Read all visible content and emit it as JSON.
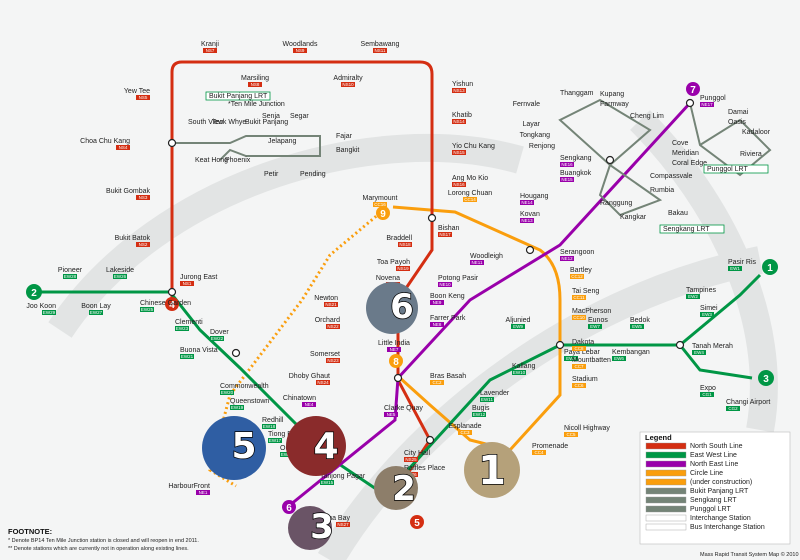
{
  "colors": {
    "ns": "#d42e12",
    "ew": "#009645",
    "ne": "#9900aa",
    "cc": "#fa9e0d",
    "lrt": "#748477",
    "bg": "#f4f5f5",
    "swirl": "#e2e4e4"
  },
  "lines": [
    {
      "id": "ew",
      "number": "1"
    },
    {
      "id": "ewcg",
      "number": "3"
    },
    {
      "id": "ns",
      "number": "4"
    },
    {
      "id": "ns_end",
      "number": "5"
    },
    {
      "id": "ne",
      "number": "6"
    },
    {
      "id": "ne_top",
      "number": "7"
    },
    {
      "id": "cc",
      "number": "8"
    },
    {
      "id": "cc_top",
      "number": "9"
    },
    {
      "id": "ew_west",
      "number": "2"
    },
    {
      "id": "ew_east",
      "number": "1"
    },
    {
      "id": "cg",
      "number": "3"
    }
  ],
  "stations": [
    {
      "name": "Kranji",
      "code": "NS7",
      "color": "ns"
    },
    {
      "name": "Woodlands",
      "code": "NS9",
      "color": "ns"
    },
    {
      "name": "Sembawang",
      "code": "NS11",
      "color": "ns"
    },
    {
      "name": "Marsiling",
      "code": "NS8",
      "color": "ns"
    },
    {
      "name": "Admiralty",
      "code": "NS10",
      "color": "ns"
    },
    {
      "name": "Yishun",
      "code": "NS13",
      "color": "ns"
    },
    {
      "name": "Khatib",
      "code": "NS14",
      "color": "ns"
    },
    {
      "name": "Yio Chu Kang",
      "code": "NS15",
      "color": "ns"
    },
    {
      "name": "Ang Mo Kio",
      "code": "NS16",
      "color": "ns"
    },
    {
      "name": "Yew Tee",
      "code": "NS5",
      "color": "ns"
    },
    {
      "name": "Choa Chu Kang",
      "code": "NS4",
      "color": "ns"
    },
    {
      "name": "Bukit Gombak",
      "code": "NS3",
      "color": "ns"
    },
    {
      "name": "Bukit Batok",
      "code": "NS2",
      "color": "ns"
    },
    {
      "name": "Jurong East",
      "code": "NS1",
      "color": "ns"
    },
    {
      "name": "Braddell",
      "code": "NS18",
      "color": "ns"
    },
    {
      "name": "Bishan",
      "code": "NS17",
      "color": "ns"
    },
    {
      "name": "Toa Payoh",
      "code": "NS19",
      "color": "ns"
    },
    {
      "name": "Novena",
      "code": "NS20",
      "color": "ns"
    },
    {
      "name": "Newton",
      "code": "NS21",
      "color": "ns"
    },
    {
      "name": "Orchard",
      "code": "NS22",
      "color": "ns"
    },
    {
      "name": "Somerset",
      "code": "NS23",
      "color": "ns"
    },
    {
      "name": "Dhoby Ghaut",
      "code": "NS24",
      "color": "ns"
    },
    {
      "name": "City Hall",
      "code": "NS25",
      "color": "ns"
    },
    {
      "name": "Raffles Place",
      "code": "NS26",
      "color": "ns"
    },
    {
      "name": "Marina Bay",
      "code": "NS27",
      "color": "ns"
    },
    {
      "name": "Pioneer",
      "code": "EW28",
      "color": "ew"
    },
    {
      "name": "Lakeside",
      "code": "EW26",
      "color": "ew"
    },
    {
      "name": "Joo Koon",
      "code": "EW29",
      "color": "ew"
    },
    {
      "name": "Boon Lay",
      "code": "EW27",
      "color": "ew"
    },
    {
      "name": "Chinese Garden",
      "code": "EW25",
      "color": "ew"
    },
    {
      "name": "Clementi",
      "code": "EW23",
      "color": "ew"
    },
    {
      "name": "Dover",
      "code": "EW22",
      "color": "ew"
    },
    {
      "name": "Buona Vista",
      "code": "EW21",
      "color": "ew"
    },
    {
      "name": "Commonwealth",
      "code": "EW20",
      "color": "ew"
    },
    {
      "name": "Queenstown",
      "code": "EW19",
      "color": "ew"
    },
    {
      "name": "Redhill",
      "code": "EW18",
      "color": "ew"
    },
    {
      "name": "Tiong Bahru",
      "code": "EW17",
      "color": "ew"
    },
    {
      "name": "Outram Park",
      "code": "EW16",
      "color": "ew"
    },
    {
      "name": "Tanjong Pagar",
      "code": "EW15",
      "color": "ew"
    },
    {
      "name": "Bugis",
      "code": "EW12",
      "color": "ew"
    },
    {
      "name": "Lavender",
      "code": "EW11",
      "color": "ew"
    },
    {
      "name": "Kallang",
      "code": "EW10",
      "color": "ew"
    },
    {
      "name": "Aljunied",
      "code": "EW9",
      "color": "ew"
    },
    {
      "name": "Paya Lebar",
      "code": "EW8",
      "color": "ew"
    },
    {
      "name": "Eunos",
      "code": "EW7",
      "color": "ew"
    },
    {
      "name": "Kembangan",
      "code": "EW6",
      "color": "ew"
    },
    {
      "name": "Bedok",
      "code": "EW5",
      "color": "ew"
    },
    {
      "name": "Tanah Merah",
      "code": "EW4",
      "color": "ew"
    },
    {
      "name": "Simei",
      "code": "EW3",
      "color": "ew"
    },
    {
      "name": "Tampines",
      "code": "EW2",
      "color": "ew"
    },
    {
      "name": "Pasir Ris",
      "code": "EW1",
      "color": "ew"
    },
    {
      "name": "Expo",
      "code": "CG1",
      "color": "ew"
    },
    {
      "name": "Changi Airport",
      "code": "CG2",
      "color": "ew"
    },
    {
      "name": "HarbourFront",
      "code": "NE1",
      "color": "ne"
    },
    {
      "name": "Chinatown",
      "code": "NE4",
      "color": "ne"
    },
    {
      "name": "Clarke Quay",
      "code": "NE5",
      "color": "ne"
    },
    {
      "name": "Little India",
      "code": "NE7",
      "color": "ne"
    },
    {
      "name": "Farrer Park",
      "code": "NE8",
      "color": "ne"
    },
    {
      "name": "Boon Keng",
      "code": "NE9",
      "color": "ne"
    },
    {
      "name": "Potong Pasir",
      "code": "NE10",
      "color": "ne"
    },
    {
      "name": "Woodleigh",
      "code": "NE11",
      "color": "ne"
    },
    {
      "name": "Serangoon",
      "code": "NE12",
      "color": "ne"
    },
    {
      "name": "Kovan",
      "code": "NE13",
      "color": "ne"
    },
    {
      "name": "Hougang",
      "code": "NE14",
      "color": "ne"
    },
    {
      "name": "Buangkok",
      "code": "NE15",
      "color": "ne"
    },
    {
      "name": "Sengkang",
      "code": "NE16",
      "color": "ne"
    },
    {
      "name": "Punggol",
      "code": "NE17",
      "color": "ne"
    },
    {
      "name": "Marymount",
      "code": "CC16",
      "color": "cc"
    },
    {
      "name": "Lorong Chuan",
      "code": "CC14",
      "color": "cc"
    },
    {
      "name": "Bartley",
      "code": "CC12",
      "color": "cc"
    },
    {
      "name": "Tai Seng",
      "code": "CC11",
      "color": "cc"
    },
    {
      "name": "MacPherson",
      "code": "CC10",
      "color": "cc"
    },
    {
      "name": "Dakota",
      "code": "CC8",
      "color": "cc"
    },
    {
      "name": "Mountbatten",
      "code": "CC7",
      "color": "cc"
    },
    {
      "name": "Stadium",
      "code": "CC6",
      "color": "cc"
    },
    {
      "name": "Nicoll Highway",
      "code": "CC5",
      "color": "cc"
    },
    {
      "name": "Promenade",
      "code": "CC4",
      "color": "cc"
    },
    {
      "name": "Esplanade",
      "code": "CC3",
      "color": "cc"
    },
    {
      "name": "Bras Basah",
      "code": "CC2",
      "color": "cc"
    }
  ],
  "lrt": {
    "bp": [
      "South View",
      "Teck Whye",
      "Keat Hong",
      "Phoenix",
      "Senja",
      "Jelapang",
      "Segar",
      "Fajar",
      "Bangkit",
      "Pending",
      "Petir",
      "Bukit Panjang",
      "*Ten Mile Junction"
    ],
    "sk": [
      "Compassvale",
      "Rumbia",
      "Bakau",
      "Kangkar",
      "Ranggung",
      "Cheng Lim",
      "Farmway",
      "Kupang",
      "Thanggam",
      "Fernvale",
      "Layar",
      "Tongkang",
      "Renjong"
    ],
    "pg": [
      "Cove",
      "Meridian",
      "Coral Edge",
      "Riviera",
      "Kadaloor",
      "Oasis",
      "Damai"
    ]
  },
  "legend": {
    "title": "Legend",
    "items": [
      "North South Line",
      "East West Line",
      "North East Line",
      "Circle Line",
      "(under construction)",
      "Bukit Panjang LRT",
      "Sengkang LRT",
      "Punggol LRT",
      "Interchange Station",
      "Bus Interchange Station"
    ]
  },
  "lrt_tags": [
    "Bukit Panjang LRT",
    "Punggol LRT",
    "Sengkang LRT"
  ],
  "footnote": {
    "title": "FOOTNOTE:",
    "lines": [
      "* Denote BP14 Ten Mile Junction station is closed and will reopen in end 2011.",
      "** Denote stations which are currently not in operation along existing lines."
    ]
  },
  "photo_numbers": [
    "1",
    "2",
    "3",
    "4",
    "5",
    "6"
  ],
  "credit": "Mass Rapid Transit System Map © 2010"
}
